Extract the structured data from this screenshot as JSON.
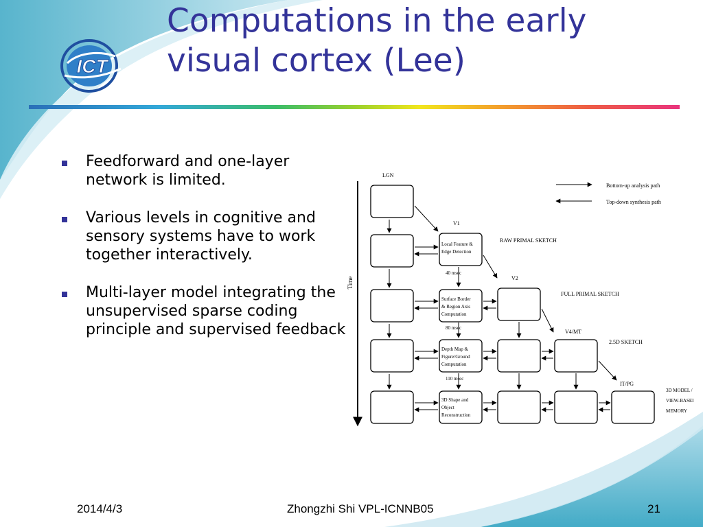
{
  "title": "Computations in the early visual cortex (Lee)",
  "bullets": [
    "Feedforward and one-layer network is limited.",
    "Various levels in cognitive and sensory systems have to work together interactively.",
    "Multi-layer model integrating the unsupervised sparse coding principle and supervised feedback"
  ],
  "footer": {
    "date": "2014/4/3",
    "author": "Zhongzhi Shi VPL-ICNNB05",
    "page": "21"
  },
  "logo_text": "ICT",
  "diagram": {
    "legend": {
      "bottom_up": "Bottom-up analysis path",
      "top_down": "Top-down synthesis path"
    },
    "time_label": "Time",
    "area_labels": [
      "LGN",
      "V1",
      "V2",
      "V4/MT",
      "IT/PG"
    ],
    "stage_labels": [
      "RAW PRIMAL SKETCH",
      "FULL PRIMAL SKETCH",
      "2.5D SKETCH"
    ],
    "memory_label": [
      "3D MODEL  /",
      "VIEW-BASED",
      "MEMORY"
    ],
    "latencies": [
      "40 msec",
      "80 msec",
      "110 msec"
    ],
    "computations": [
      [
        "Local Feature &",
        "Edge Detection"
      ],
      [
        "Surface Border",
        "& Region Axis",
        "Computation"
      ],
      [
        "Depth Map &",
        "Figure/Ground",
        "Computation"
      ],
      [
        "3D Shape and",
        "Object",
        "Reconstruction"
      ]
    ]
  },
  "colors": {
    "title": "#333399",
    "bullet": "#333399",
    "wave": "#3aa7c4"
  }
}
